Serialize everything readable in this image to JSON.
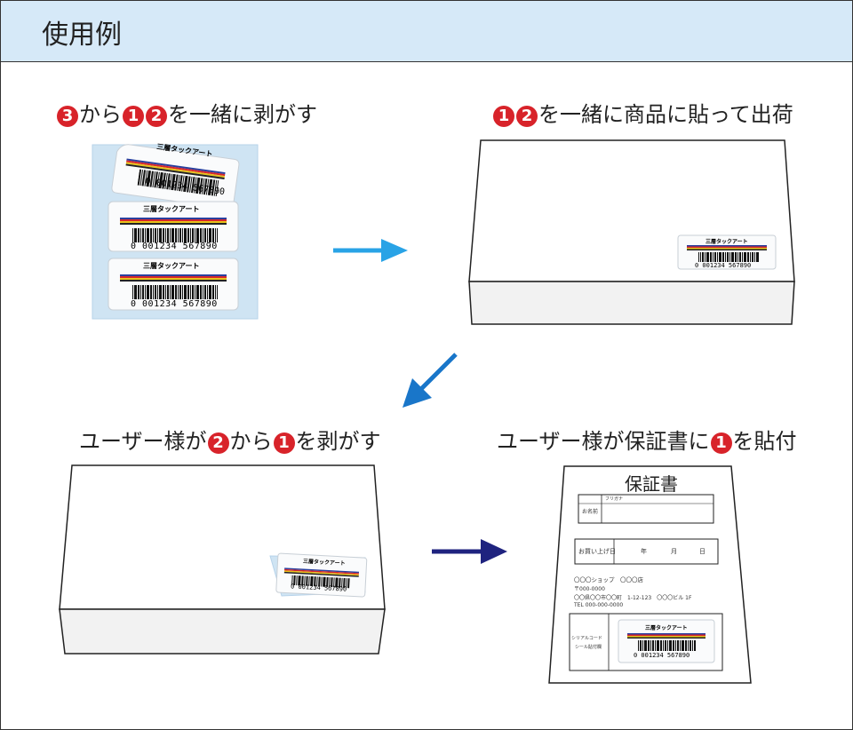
{
  "header": {
    "title": "使用例"
  },
  "steps": [
    {
      "pre": "",
      "n1": "3",
      "mid": "から",
      "n2": "1",
      "n3": "2",
      "post": "を一緒に剥がす"
    },
    {
      "n1": "1",
      "n2": "2",
      "post": "を一緒に商品に貼って出荷"
    },
    {
      "pre": "ユーザー様が",
      "n1": "2",
      "mid": "から",
      "n2": "1",
      "post": "を剥がす"
    },
    {
      "pre": "ユーザー様が保証書に",
      "n1": "1",
      "post": "を貼付"
    }
  ],
  "label": {
    "title": "三層タックアート",
    "barcode_number": "0 001234 567890"
  },
  "form": {
    "title": "保証書",
    "name_label": "お名前",
    "furigana_label": "フリガナ",
    "purchase_label": "お買い上げ日",
    "year": "年",
    "month": "月",
    "day": "日",
    "shop_line1": "〇〇〇ショップ　〇〇〇店",
    "shop_line2": "〒000-0000",
    "shop_line3": "〇〇県〇〇市〇〇町　1-12-123　〇〇〇ビル 1F",
    "shop_line4": "TEL 000-000-0000",
    "serial_label1": "シリアルコード",
    "serial_label2": "シール貼付欄"
  },
  "colors": {
    "header_bg": "#d6e9f8",
    "badge": "#d8232a",
    "arrow_light": "#29a3e6",
    "arrow_mid": "#1976c9",
    "arrow_dark": "#1f237f"
  }
}
